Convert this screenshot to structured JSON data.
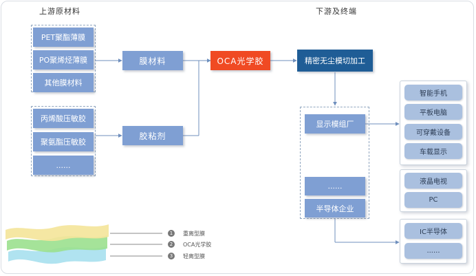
{
  "headers": {
    "upstream": "上游原材料",
    "downstream": "下游及终端"
  },
  "upstream": {
    "films": [
      "PET聚酯薄膜",
      "PO聚烯烃薄膜",
      "其他膜材料"
    ],
    "adhesives": [
      "丙烯酸压敏胶",
      "聚氨酯压敏胶",
      "......"
    ]
  },
  "middle": {
    "film_material": "膜材料",
    "adhesive": "胶粘剂"
  },
  "core": {
    "oca": "OCA光学胶",
    "process": "精密无尘模切加工"
  },
  "downstream": {
    "module_factory": "显示模组厂",
    "ellipsis": "......",
    "semiconductor": "半导体企业"
  },
  "terminals": {
    "mobile_group": [
      "智能手机",
      "平板电脑",
      "可穿戴设备",
      "车载显示"
    ],
    "display_group": [
      "液晶电视",
      "PC"
    ],
    "semi_group": [
      "IC半导体",
      "......"
    ]
  },
  "legend": [
    {
      "num": "1",
      "label": "重离型膜"
    },
    {
      "num": "2",
      "label": "OCA光学胶"
    },
    {
      "num": "3",
      "label": "轻离型膜"
    }
  ],
  "colors": {
    "box": "#7f9fd3",
    "oca": "#f04a23",
    "process": "#1f5d96",
    "terminal": "#aac0df",
    "connector": "#6f8fbd"
  }
}
